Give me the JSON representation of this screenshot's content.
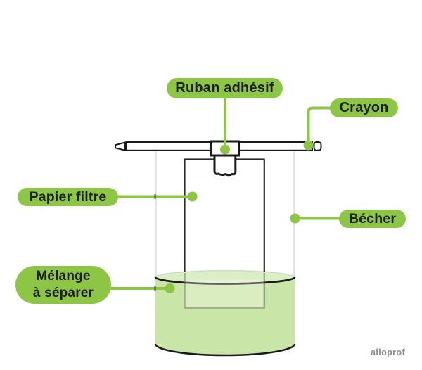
{
  "labels": {
    "ruban_adhesif": "Ruban adhésif",
    "crayon": "Crayon",
    "papier_filtre": "Papier filtre",
    "becher": "Bécher",
    "melange_line1": "Mélange",
    "melange_line2": "à séparer"
  },
  "callouts": [
    {
      "label": "Ruban adhésif",
      "points_to": "adhesive-tape"
    },
    {
      "label": "Crayon",
      "points_to": "pencil"
    },
    {
      "label": "Papier filtre",
      "points_to": "filter-paper"
    },
    {
      "label": "Bécher",
      "points_to": "beaker"
    },
    {
      "label": "Mélange à séparer",
      "points_to": "mixture-liquid"
    }
  ],
  "watermark": "alloprof",
  "colors": {
    "accent_green": "#8DC644",
    "liquid_body": "#C9E5A7",
    "liquid_surface": "#DBEEC6",
    "outline_dark": "#1A1A1A",
    "paper_outline": "#2B2B2B",
    "glass_gray": "rgba(0,0,0,0.12)",
    "watermark_gray": "#8A8A8A"
  }
}
